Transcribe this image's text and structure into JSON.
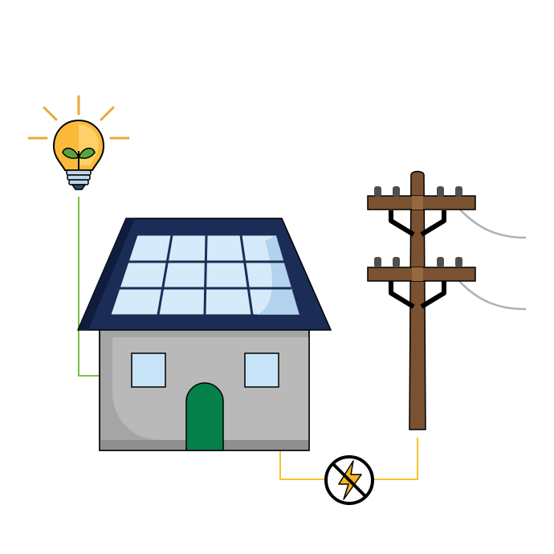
{
  "scene": {
    "description_items": [
      "lightbulb-with-sprout",
      "solar-house",
      "utility-pole",
      "grid-meter"
    ],
    "colors": {
      "background": "#ffffff",
      "outline": "#000000",
      "bulb_glass": "#fbb93a",
      "bulb_glass_light": "#fdd068",
      "bulb_rays": "#e8a93a",
      "leaf": "#5aa33a",
      "bulb_base": "#bcd8ea",
      "bulb_base_dark": "#2c4a6b",
      "roof": "#1b2d57",
      "roof_dark": "#0f1c3d",
      "solar_cell": "#d6eafa",
      "solar_cell_light": "#eaf4fd",
      "solar_cell_shade": "#a9cdea",
      "house_wall": "#a5a5a5",
      "house_wall_light": "#b9b9b9",
      "house_wall_shadow": "#8f8f8f",
      "window": "#c7e3f7",
      "door": "#04804a",
      "pole": "#7a5231",
      "pole_light": "#96683f",
      "insulator": "#4f4f4f",
      "power_line": "#b0b0b0",
      "wire_green": "#7cc243",
      "wire_yellow": "#f3c530",
      "meter_bolt": "#f6b81c",
      "meter_ring": "#000000"
    }
  }
}
